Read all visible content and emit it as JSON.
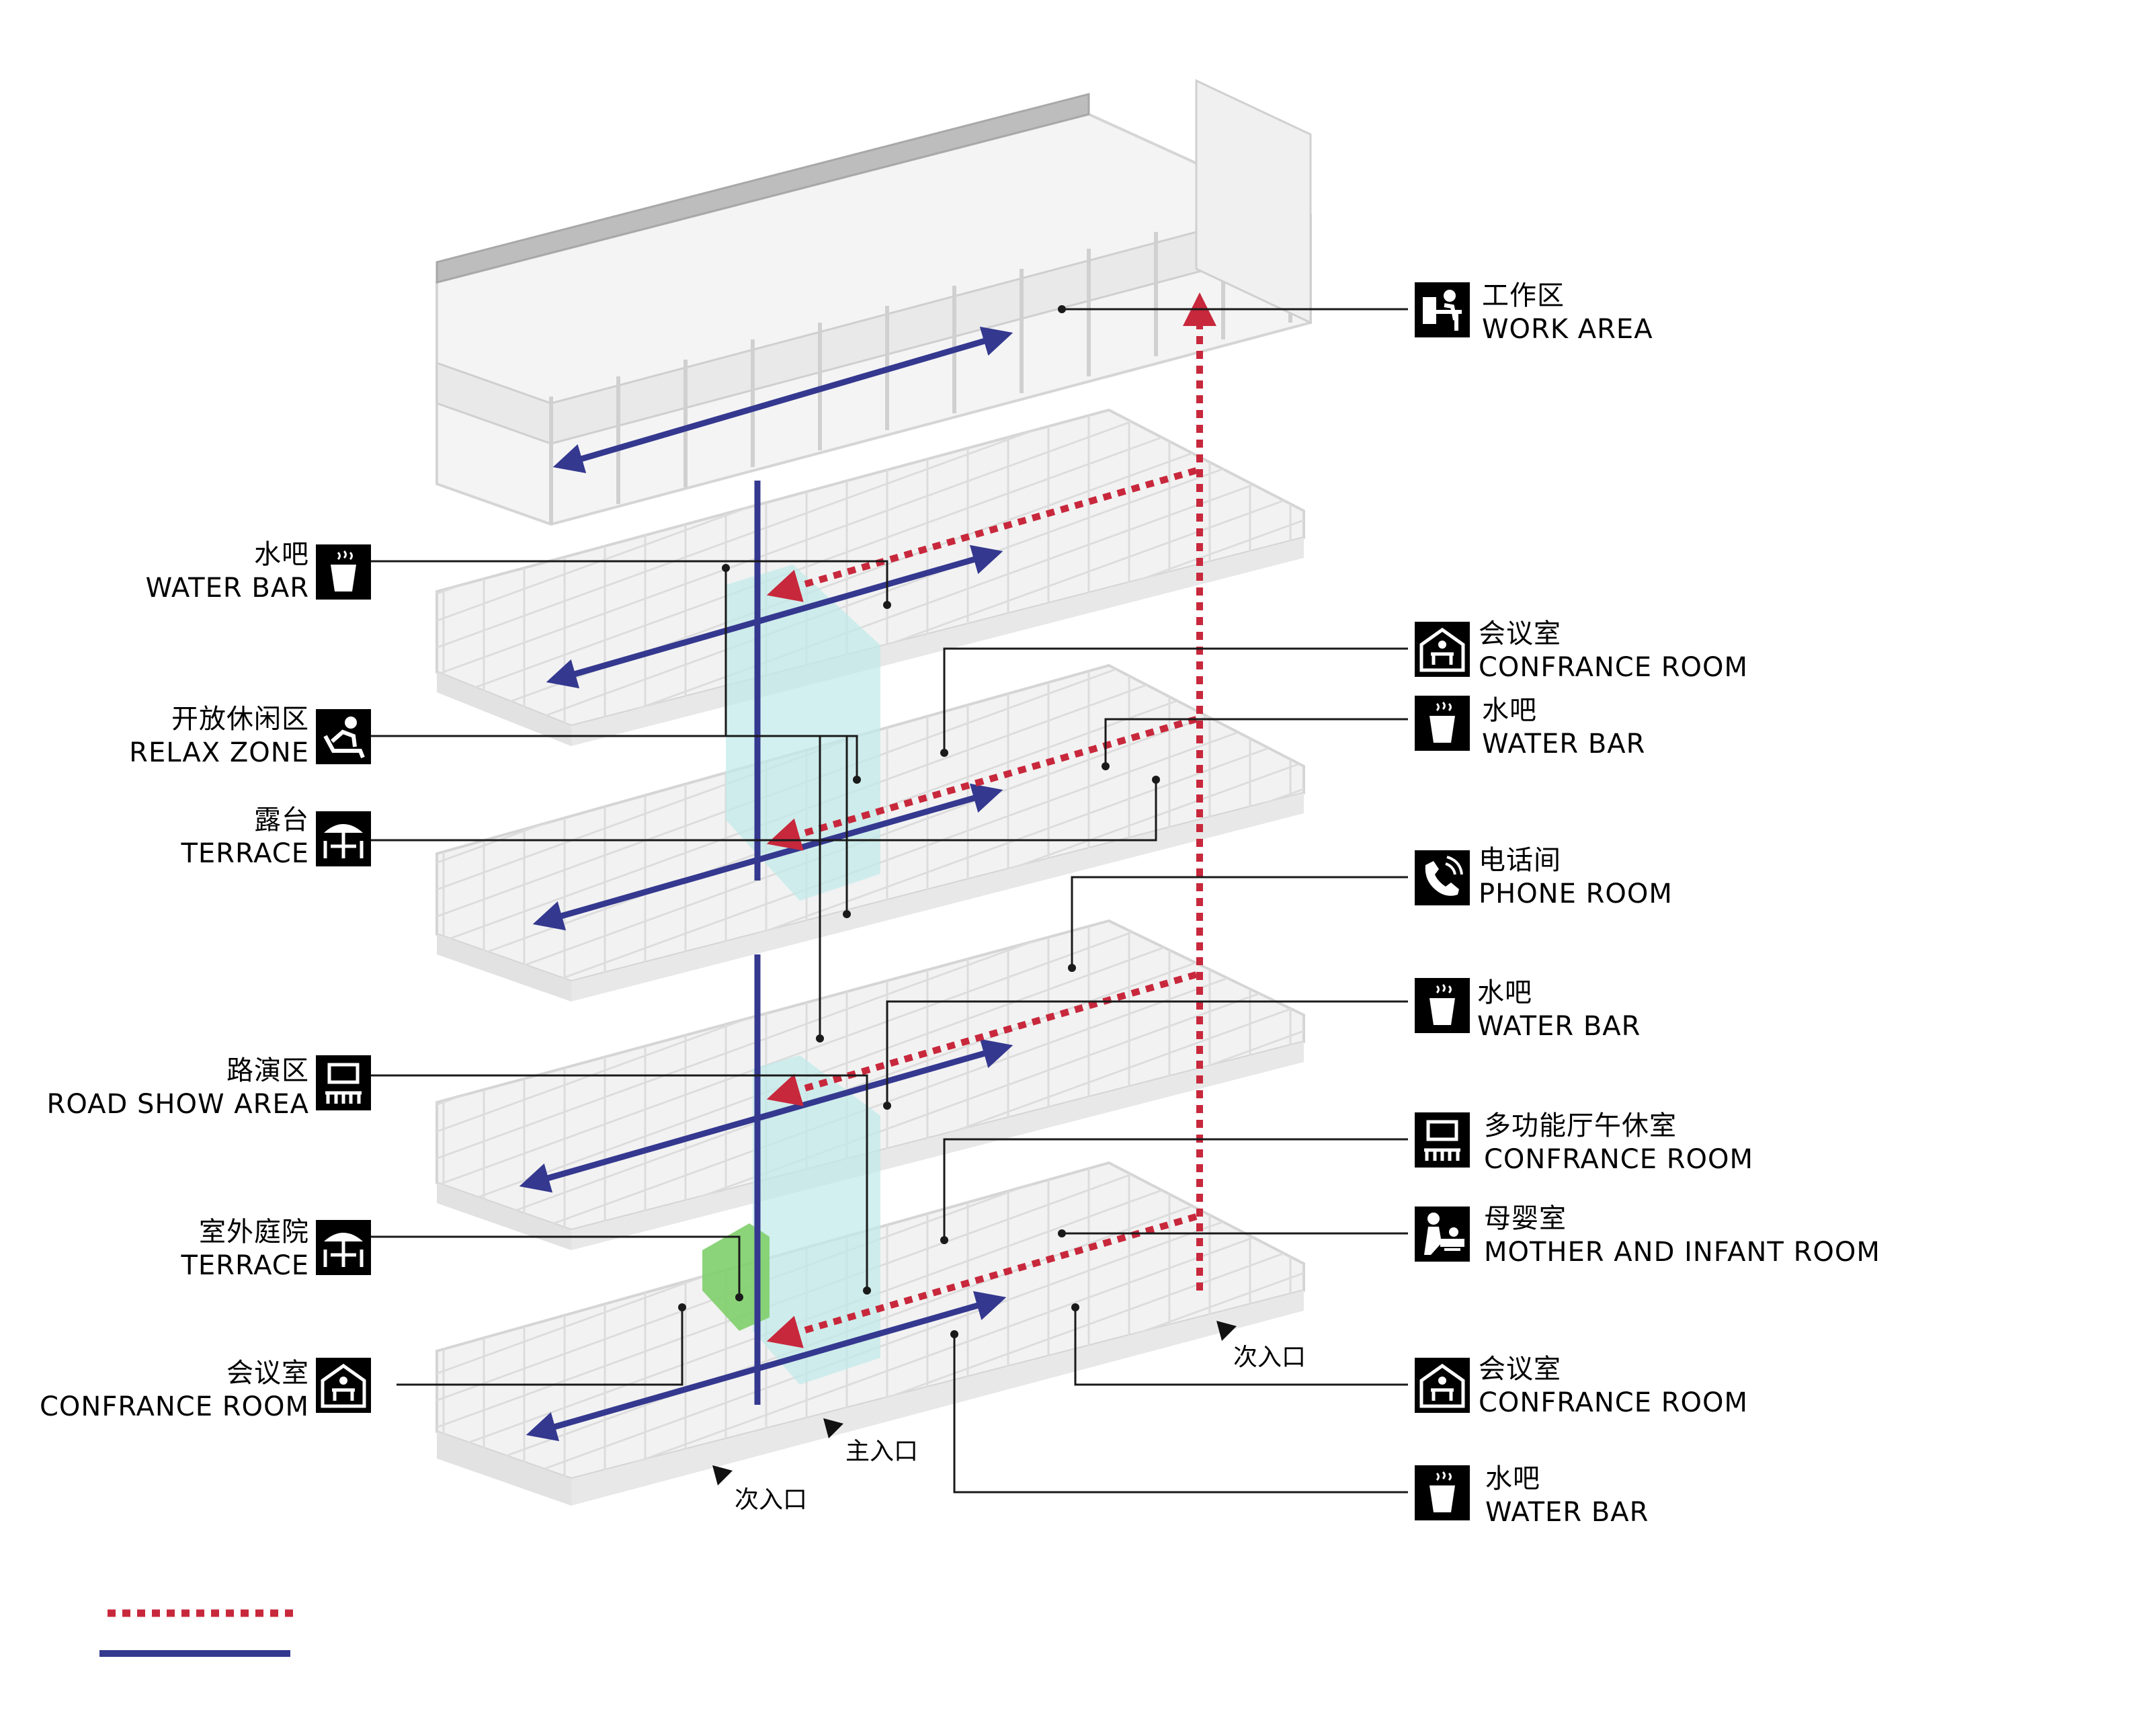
{
  "colors": {
    "floor_fill": "#f2f2f2",
    "floor_edge": "#d9d9d9",
    "wall": "#e6e6e6",
    "glass": "#bfe9e8",
    "courtyard": "#7fcf6a",
    "red_route": "#c8283c",
    "blue_route": "#34388f",
    "leader": "#1a1a1a"
  },
  "icons": [
    "desk-worker-icon",
    "cup-icon",
    "reclining-chair-icon",
    "umbrella-table-icon",
    "meeting-room-icon",
    "phone-icon",
    "presentation-screen-icon",
    "mother-infant-icon"
  ],
  "left_labels": [
    {
      "cn": "水吧",
      "en": "WATER BAR",
      "icon": "cup-icon"
    },
    {
      "cn": "开放休闲区",
      "en": "RELAX ZONE",
      "icon": "reclining-chair-icon"
    },
    {
      "cn": "露台",
      "en": "TERRACE",
      "icon": "umbrella-table-icon"
    },
    {
      "cn": "路演区",
      "en": "ROAD SHOW AREA",
      "icon": "presentation-screen-icon"
    },
    {
      "cn": "室外庭院",
      "en": "TERRACE",
      "icon": "umbrella-table-icon"
    },
    {
      "cn": "会议室",
      "en": "CONFRANCE ROOM",
      "icon": "meeting-room-icon"
    }
  ],
  "right_labels": [
    {
      "cn": "工作区",
      "en": "WORK AREA",
      "icon": "desk-worker-icon"
    },
    {
      "cn": "会议室",
      "en": "CONFRANCE ROOM",
      "icon": "meeting-room-icon"
    },
    {
      "cn": "水吧",
      "en": "WATER BAR",
      "icon": "cup-icon"
    },
    {
      "cn": "电话间",
      "en": "PHONE ROOM",
      "icon": "phone-icon"
    },
    {
      "cn": "水吧",
      "en": "WATER BAR",
      "icon": "cup-icon"
    },
    {
      "cn": "多功能厅午休室",
      "en": "CONFRANCE ROOM",
      "icon": "presentation-screen-icon"
    },
    {
      "cn": "母婴室",
      "en": "MOTHER AND INFANT ROOM",
      "icon": "mother-infant-icon"
    },
    {
      "cn": "会议室",
      "en": "CONFRANCE ROOM",
      "icon": "meeting-room-icon"
    },
    {
      "cn": "水吧",
      "en": "WATER BAR",
      "icon": "cup-icon"
    }
  ],
  "entrances": {
    "main": "主入口",
    "secondary_1": "次入口",
    "secondary_2": "次入口"
  }
}
